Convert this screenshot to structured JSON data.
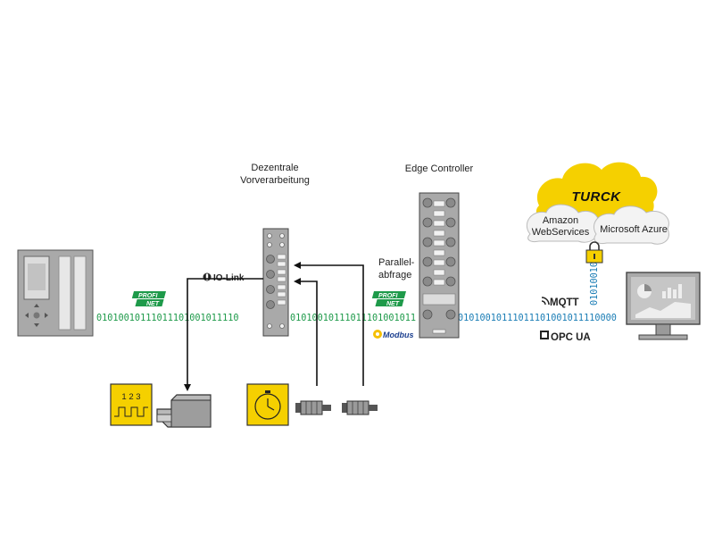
{
  "labels": {
    "decentral_line1": "Dezentrale",
    "decentral_line2": "Vorverarbeitung",
    "edge_controller": "Edge Controller",
    "parallel_line1": "Parallel-",
    "parallel_line2": "abfrage",
    "iolink": "IO-Link",
    "mqtt": "MQTT",
    "opcua": "OPC UA",
    "modbus": "Modbus"
  },
  "cloud": {
    "brand": "TURCK",
    "aws_line1": "Amazon",
    "aws_line2": "WebServices",
    "azure": "Microsoft Azure"
  },
  "bitstreams": {
    "plc_to_module": "01010010111011101001011110",
    "module_to_edge": "01010010111011101001011",
    "edge_to_pc": "01010010111011101001011110000",
    "vertical": "01010010"
  },
  "profinet": {
    "line1": "PROFI",
    "line2": "NET"
  },
  "sensor_counter": {
    "digits": "1 2 3"
  },
  "colors": {
    "green": "#1e9a4a",
    "blue": "#1a7db5",
    "yellow": "#f5d000",
    "gray": "#a9a9a9"
  }
}
